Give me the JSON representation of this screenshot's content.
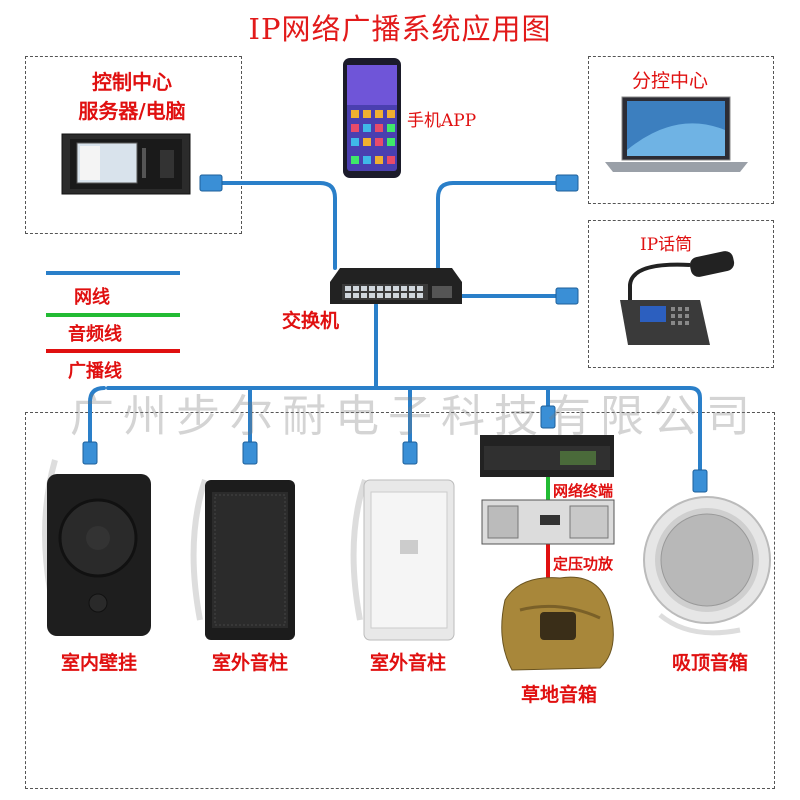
{
  "title": "IP网络广播系统应用图",
  "control_center": {
    "line1": "控制中心",
    "line2": "服务器/电脑"
  },
  "phone_app": "手机APP",
  "branch_center": "分控中心",
  "ip_mic": "IP话筒",
  "switch": "交换机",
  "legend": {
    "network": {
      "label": "网线",
      "color": "#2a7fc9"
    },
    "audio": {
      "label": "音频线",
      "color": "#22bb33"
    },
    "broadcast": {
      "label": "广播线",
      "color": "#e01010"
    }
  },
  "watermark": "广州步尔耐电子科技有限公司",
  "devices": {
    "indoor_wall": "室内壁挂",
    "outdoor_column_1": "室外音柱",
    "outdoor_column_2": "室外音柱",
    "network_terminal": "网络终端",
    "constant_voltage_amp": "定压功放",
    "lawn_speaker": "草地音箱",
    "ceiling_speaker": "吸顶音箱"
  }
}
